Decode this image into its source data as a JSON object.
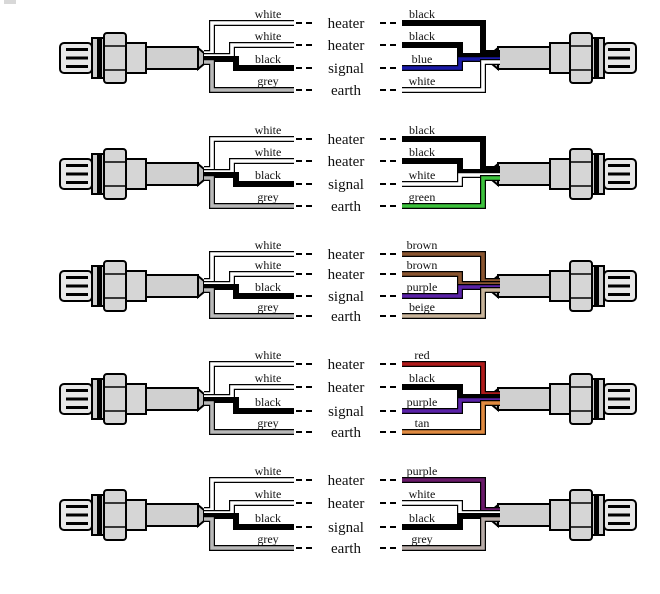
{
  "title": "Universal O2 sensor wiring colour conversion",
  "universal_side": {
    "wires": [
      "white",
      "white",
      "black",
      "grey"
    ],
    "colors": [
      "#ffffff",
      "#ffffff",
      "#000000",
      "#b9b9b9"
    ]
  },
  "functions": [
    "heater",
    "heater",
    "signal",
    "earth"
  ],
  "panels": [
    {
      "id": "panel-1",
      "oem_wires": [
        {
          "label": "black",
          "color": "#000000"
        },
        {
          "label": "black",
          "color": "#000000"
        },
        {
          "label": "blue",
          "color": "#1a1aa8"
        },
        {
          "label": "white",
          "color": "#ffffff"
        }
      ]
    },
    {
      "id": "panel-2",
      "oem_wires": [
        {
          "label": "black",
          "color": "#000000"
        },
        {
          "label": "black",
          "color": "#000000"
        },
        {
          "label": "white",
          "color": "#ffffff"
        },
        {
          "label": "green",
          "color": "#3cc23c"
        }
      ]
    },
    {
      "id": "panel-3",
      "oem_wires": [
        {
          "label": "brown",
          "color": "#8a5530"
        },
        {
          "label": "brown",
          "color": "#8a5530"
        },
        {
          "label": "purple",
          "color": "#5a22a8"
        },
        {
          "label": "beige",
          "color": "#c8b49a"
        }
      ]
    },
    {
      "id": "panel-4",
      "oem_wires": [
        {
          "label": "red",
          "color": "#b01a1a"
        },
        {
          "label": "black",
          "color": "#000000"
        },
        {
          "label": "purple",
          "color": "#5a22a8"
        },
        {
          "label": "tan",
          "color": "#e08a40"
        }
      ]
    },
    {
      "id": "panel-5",
      "oem_wires": [
        {
          "label": "purple",
          "color": "#6a1a6a"
        },
        {
          "label": "white",
          "color": "#ffffff"
        },
        {
          "label": "black",
          "color": "#000000"
        },
        {
          "label": "grey",
          "color": "#b8aca8"
        }
      ]
    }
  ]
}
